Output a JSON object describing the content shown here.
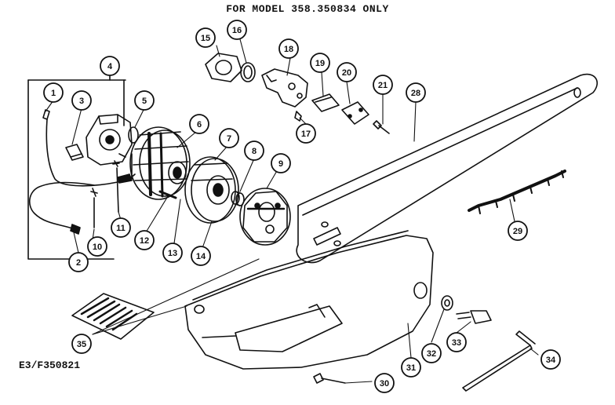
{
  "header": {
    "title": "FOR MODEL 358.350834 ONLY"
  },
  "footer": {
    "code": "E3/F350821"
  },
  "callouts": [
    "1",
    "2",
    "3",
    "4",
    "5",
    "6",
    "7",
    "8",
    "9",
    "10",
    "11",
    "12",
    "13",
    "14",
    "15",
    "16",
    "17",
    "18",
    "19",
    "20",
    "21",
    "28",
    "29",
    "30",
    "31",
    "32",
    "33",
    "34",
    "35"
  ]
}
